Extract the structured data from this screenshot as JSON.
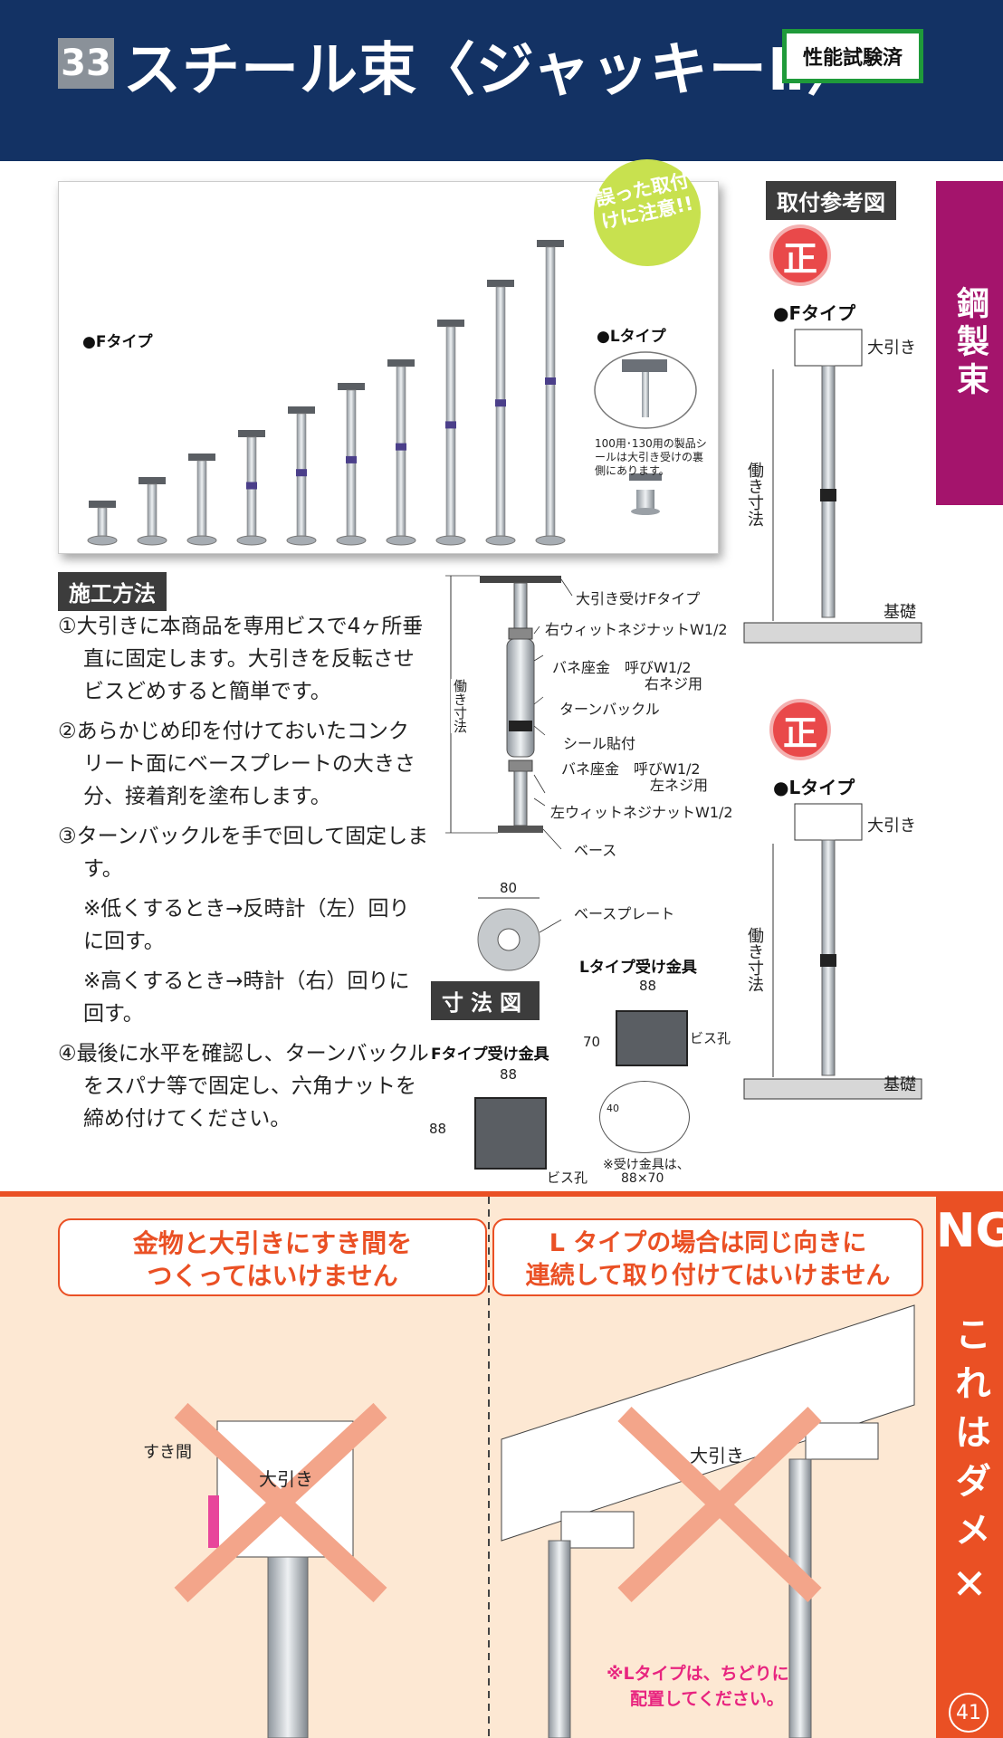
{
  "header": {
    "number": "33",
    "title": "スチール束〈ジャッキーⅡ〉",
    "badge": "性能試験済"
  },
  "side_tabs": {
    "category": "鋼製束",
    "ng_label": "NG",
    "ng_vertical": "これはダメ",
    "page_number": "41"
  },
  "photo_panel": {
    "f_type_label": "●Fタイプ",
    "l_type_label": "●Lタイプ",
    "l_note": "100用･130用の製品シールは大引き受けの裏側にあります。",
    "warning_bubble": "誤った取付けに注意!!"
  },
  "method": {
    "heading": "施工方法",
    "steps": [
      "①大引きに本商品を専用ビスで4ヶ所垂直に固定します。大引きを反転させビスどめすると簡単です。",
      "②あらかじめ印を付けておいたコンクリート面にベースプレートの大きさ分、接着剤を塗布します。",
      "③ターンバックルを手で回して固定します。",
      "※低くするとき→反時計（左）回りに回す。",
      "※高くするとき→時計（右）回りに回す。",
      "④最後に水平を確認し、ターンバックルをスパナ等で固定し、六角ナットを締め付けてください。"
    ]
  },
  "diagram": {
    "labels": [
      "大引き受けFタイプ",
      "右ウィットネジナットW1/2",
      "バネ座金　呼びW1/2",
      "右ネジ用",
      "ターンバックル",
      "シール貼付",
      "バネ座金　呼びW1/2",
      "左ネジ用",
      "左ウィットネジナットW1/2",
      "ベース",
      "ベースプレート"
    ],
    "work_height": "働き寸法",
    "base_width": "80"
  },
  "dimensions": {
    "heading": "寸法図",
    "f_bracket": {
      "title": "Fタイプ受け金具",
      "width": "88",
      "height": "88",
      "hole": "ビス孔"
    },
    "l_bracket": {
      "title": "Lタイプ受け金具",
      "width": "88",
      "height": "70",
      "hole": "ビス孔",
      "depth": "40"
    },
    "note_line1": "※受け金具は、",
    "note_line2": "88×70"
  },
  "reference": {
    "heading": "取付参考図",
    "correct_mark": "正",
    "f_type": "●Fタイプ",
    "l_type": "●Lタイプ",
    "beam": "大引き",
    "work_height": "働き寸法",
    "foundation": "基礎"
  },
  "ng": {
    "box1_line1": "金物と大引きにすき間を",
    "box1_line2": "つくってはいけません",
    "box2_line1": "L タイプの場合は同じ向きに",
    "box2_line2": "連続して取り付けてはいけません",
    "gap_label": "すき間",
    "beam_label": "大引き",
    "note_line1": "※Lタイプは、ちどりに",
    "note_line2": "配置してください。"
  },
  "colors": {
    "header_bg": "#133264",
    "category_tab": "#a4146c",
    "ng_orange": "#ea5024",
    "badge_green": "#1f9a3a",
    "warn_green": "#c8e14f",
    "correct_red": "#e9494a",
    "ng_bg": "#fde8d3"
  }
}
